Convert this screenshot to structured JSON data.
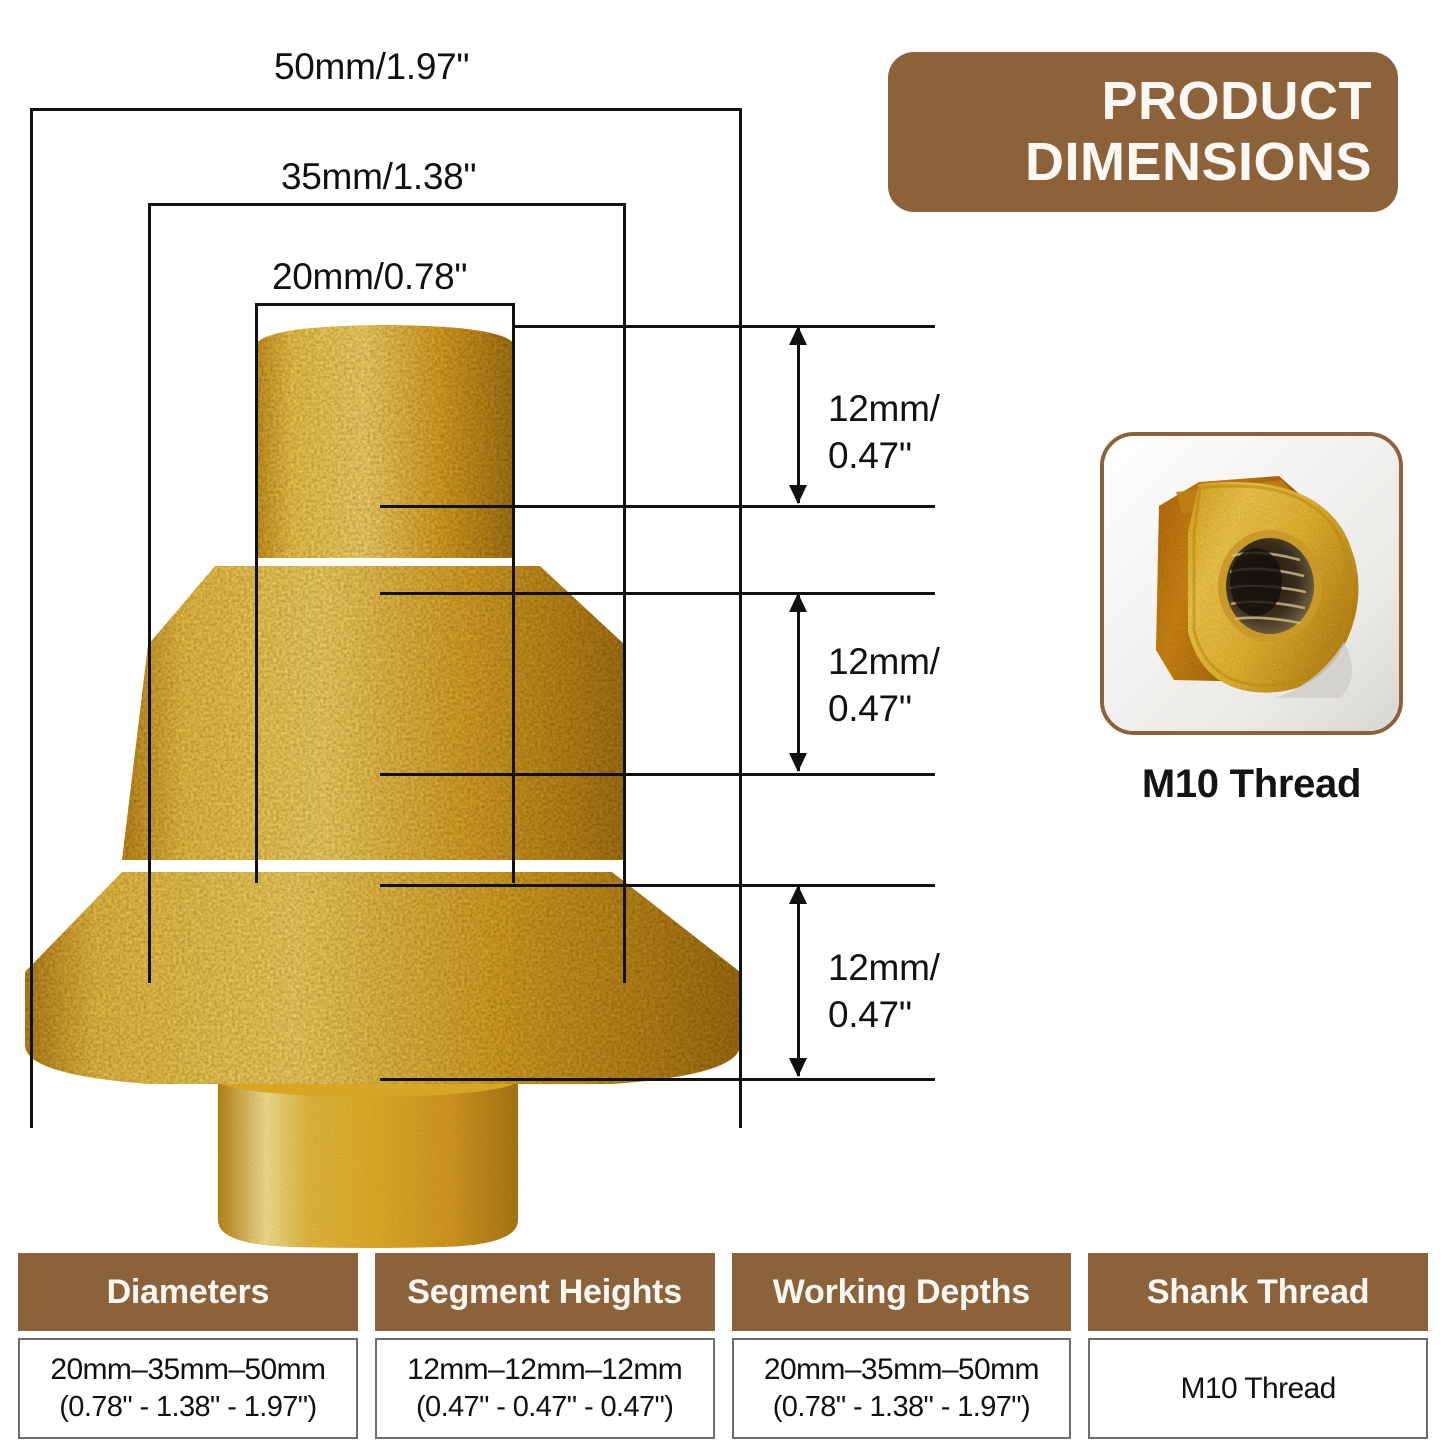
{
  "header": {
    "title_line1": "PRODUCT",
    "title_line2": "DIMENSIONS",
    "badge_color": "#8b6239",
    "badge_text_color": "#fbf8f3"
  },
  "diameter_callouts": [
    {
      "id": "outer",
      "label": "50mm/1.97\""
    },
    {
      "id": "middle",
      "label": "35mm/1.38\""
    },
    {
      "id": "inner",
      "label": "20mm/0.78\""
    }
  ],
  "height_callouts": [
    {
      "id": "top",
      "line1": "12mm/",
      "line2": "0.47\""
    },
    {
      "id": "middle",
      "line1": "12mm/",
      "line2": "0.47\""
    },
    {
      "id": "bottom",
      "line1": "12mm/",
      "line2": "0.47\""
    }
  ],
  "inset": {
    "caption": "M10 Thread",
    "border_color": "#8b6239"
  },
  "spec_table": {
    "columns": [
      {
        "header": "Diameters",
        "value_line1": "20mm–35mm–50mm",
        "value_line2": "(0.78\" - 1.38\" - 1.97\")"
      },
      {
        "header": "Segment Heights",
        "value_line1": "12mm–12mm–12mm",
        "value_line2": "(0.47\" - 0.47\" - 0.47\")"
      },
      {
        "header": "Working Depths",
        "value_line1": "20mm–35mm–50mm",
        "value_line2": "(0.78\" - 1.38\" - 1.97\")"
      },
      {
        "header": "Shank Thread",
        "value_line1": "M10 Thread",
        "value_line2": ""
      }
    ],
    "header_bg": "#8b6239",
    "header_text": "#fbf8f3"
  },
  "product": {
    "name": "stepped-diamond-milling-bit",
    "gold_light": "#f6d34e",
    "gold_mid": "#dfa91f",
    "gold_dark": "#9a6c12"
  }
}
